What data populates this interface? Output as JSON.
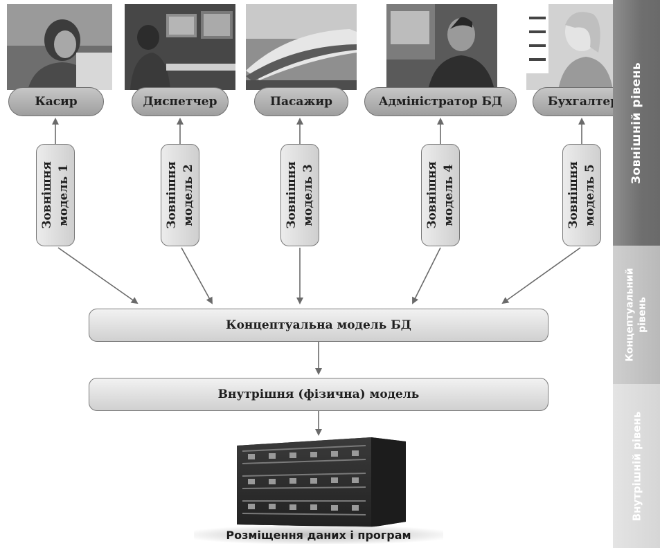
{
  "roles": [
    {
      "label": "Касир"
    },
    {
      "label": "Диспетчер"
    },
    {
      "label": "Пасажир"
    },
    {
      "label": "Адміністратор БД"
    },
    {
      "label": "Бухгалтер"
    }
  ],
  "models": [
    {
      "line1": "Зовнішня",
      "line2": "модель 1"
    },
    {
      "line1": "Зовнішня",
      "line2": "модель 2"
    },
    {
      "line1": "Зовнішня",
      "line2": "модель 3"
    },
    {
      "line1": "Зовнішня",
      "line2": "модель 4"
    },
    {
      "line1": "Зовнішня",
      "line2": "модель 5"
    }
  ],
  "conceptual_model": "Концептуальна модель БД",
  "internal_model": "Внутрішня (фізична) модель",
  "storage_caption": "Розміщення даних і програм",
  "levels": {
    "external": "Зовнішній рівень",
    "conceptual_line1": "Концептуальний",
    "conceptual_line2": "рівень",
    "internal": "Внутрішній рівень"
  },
  "colors": {
    "arrow": "#6a6a6a",
    "role_fill": "#b0b0b0",
    "box_fill": "#e0e0e0"
  }
}
